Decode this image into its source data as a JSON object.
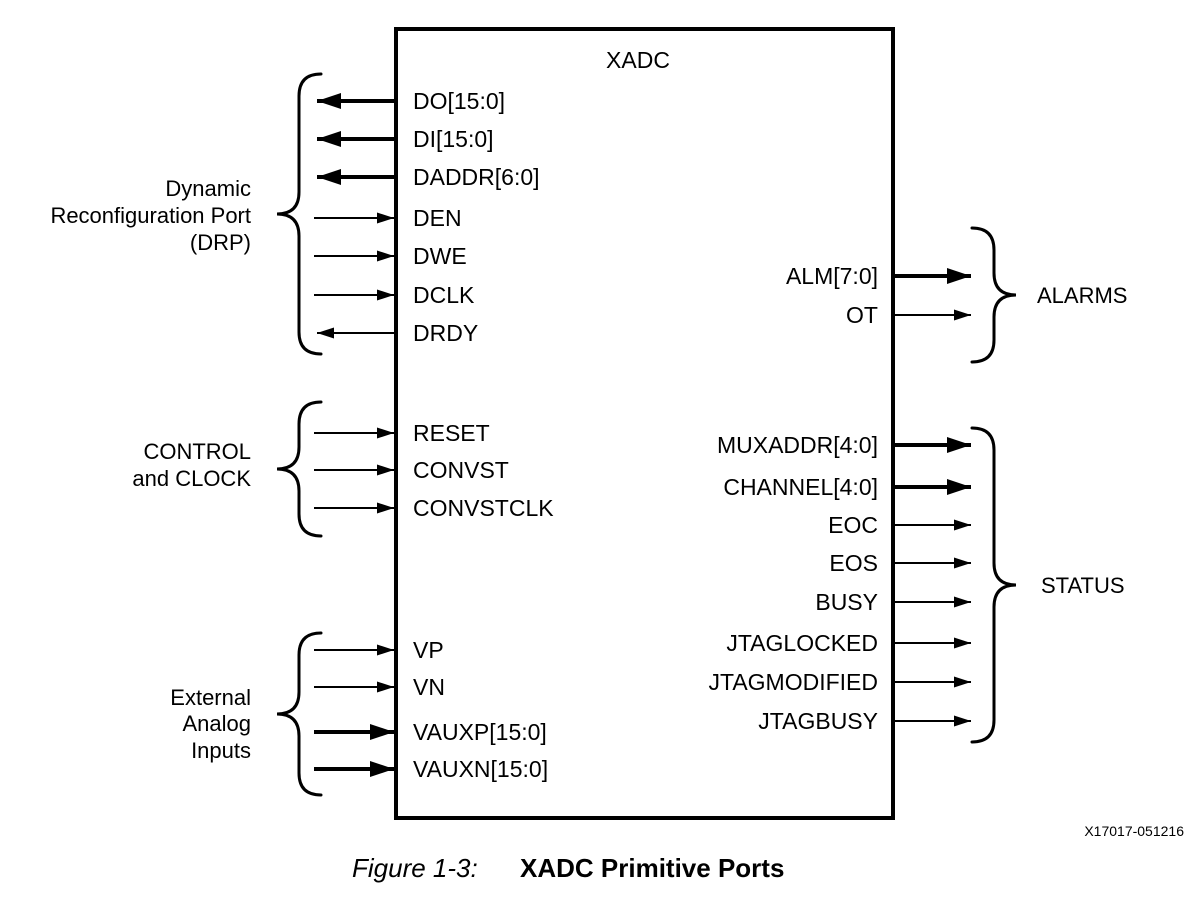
{
  "figure": {
    "block_title": "XADC",
    "caption": {
      "label": "Figure 1-3:",
      "title": "XADC Primitive Ports"
    },
    "doc_number": "X17017-051216",
    "colors": {
      "ink": "#000000",
      "background": "#ffffff"
    },
    "groups": {
      "drp": {
        "label_lines": [
          "Dynamic",
          "Reconfiguration Port",
          "(DRP)"
        ],
        "ports": [
          {
            "name": "DO[15:0]",
            "arrow": "left",
            "thick": true
          },
          {
            "name": "DI[15:0]",
            "arrow": "left",
            "thick": true
          },
          {
            "name": "DADDR[6:0]",
            "arrow": "left",
            "thick": true
          },
          {
            "name": "DEN",
            "arrow": "right",
            "thick": false
          },
          {
            "name": "DWE",
            "arrow": "right",
            "thick": false
          },
          {
            "name": "DCLK",
            "arrow": "right",
            "thick": false
          },
          {
            "name": "DRDY",
            "arrow": "left",
            "thick": false
          }
        ]
      },
      "control_clock": {
        "label_lines": [
          "CONTROL",
          "and CLOCK"
        ],
        "ports": [
          {
            "name": "RESET",
            "arrow": "right",
            "thick": false
          },
          {
            "name": "CONVST",
            "arrow": "right",
            "thick": false
          },
          {
            "name": "CONVSTCLK",
            "arrow": "right",
            "thick": false
          }
        ]
      },
      "external_analog": {
        "label_lines": [
          "External",
          "Analog",
          "Inputs"
        ],
        "ports": [
          {
            "name": "VP",
            "arrow": "right",
            "thick": false
          },
          {
            "name": "VN",
            "arrow": "right",
            "thick": false
          },
          {
            "name": "VAUXP[15:0]",
            "arrow": "right",
            "thick": true
          },
          {
            "name": "VAUXN[15:0]",
            "arrow": "right",
            "thick": true
          }
        ]
      },
      "alarms": {
        "label": "ALARMS",
        "ports": [
          {
            "name": "ALM[7:0]",
            "arrow": "right",
            "thick": true
          },
          {
            "name": "OT",
            "arrow": "right",
            "thick": false
          }
        ]
      },
      "status": {
        "label": "STATUS",
        "ports": [
          {
            "name": "MUXADDR[4:0]",
            "arrow": "right",
            "thick": true
          },
          {
            "name": "CHANNEL[4:0]",
            "arrow": "right",
            "thick": true
          },
          {
            "name": "EOC",
            "arrow": "right",
            "thick": false
          },
          {
            "name": "EOS",
            "arrow": "right",
            "thick": false
          },
          {
            "name": "BUSY",
            "arrow": "right",
            "thick": false
          },
          {
            "name": "JTAGLOCKED",
            "arrow": "right",
            "thick": false
          },
          {
            "name": "JTAGMODIFIED",
            "arrow": "right",
            "thick": false
          },
          {
            "name": "JTAGBUSY",
            "arrow": "right",
            "thick": false
          }
        ]
      }
    }
  }
}
